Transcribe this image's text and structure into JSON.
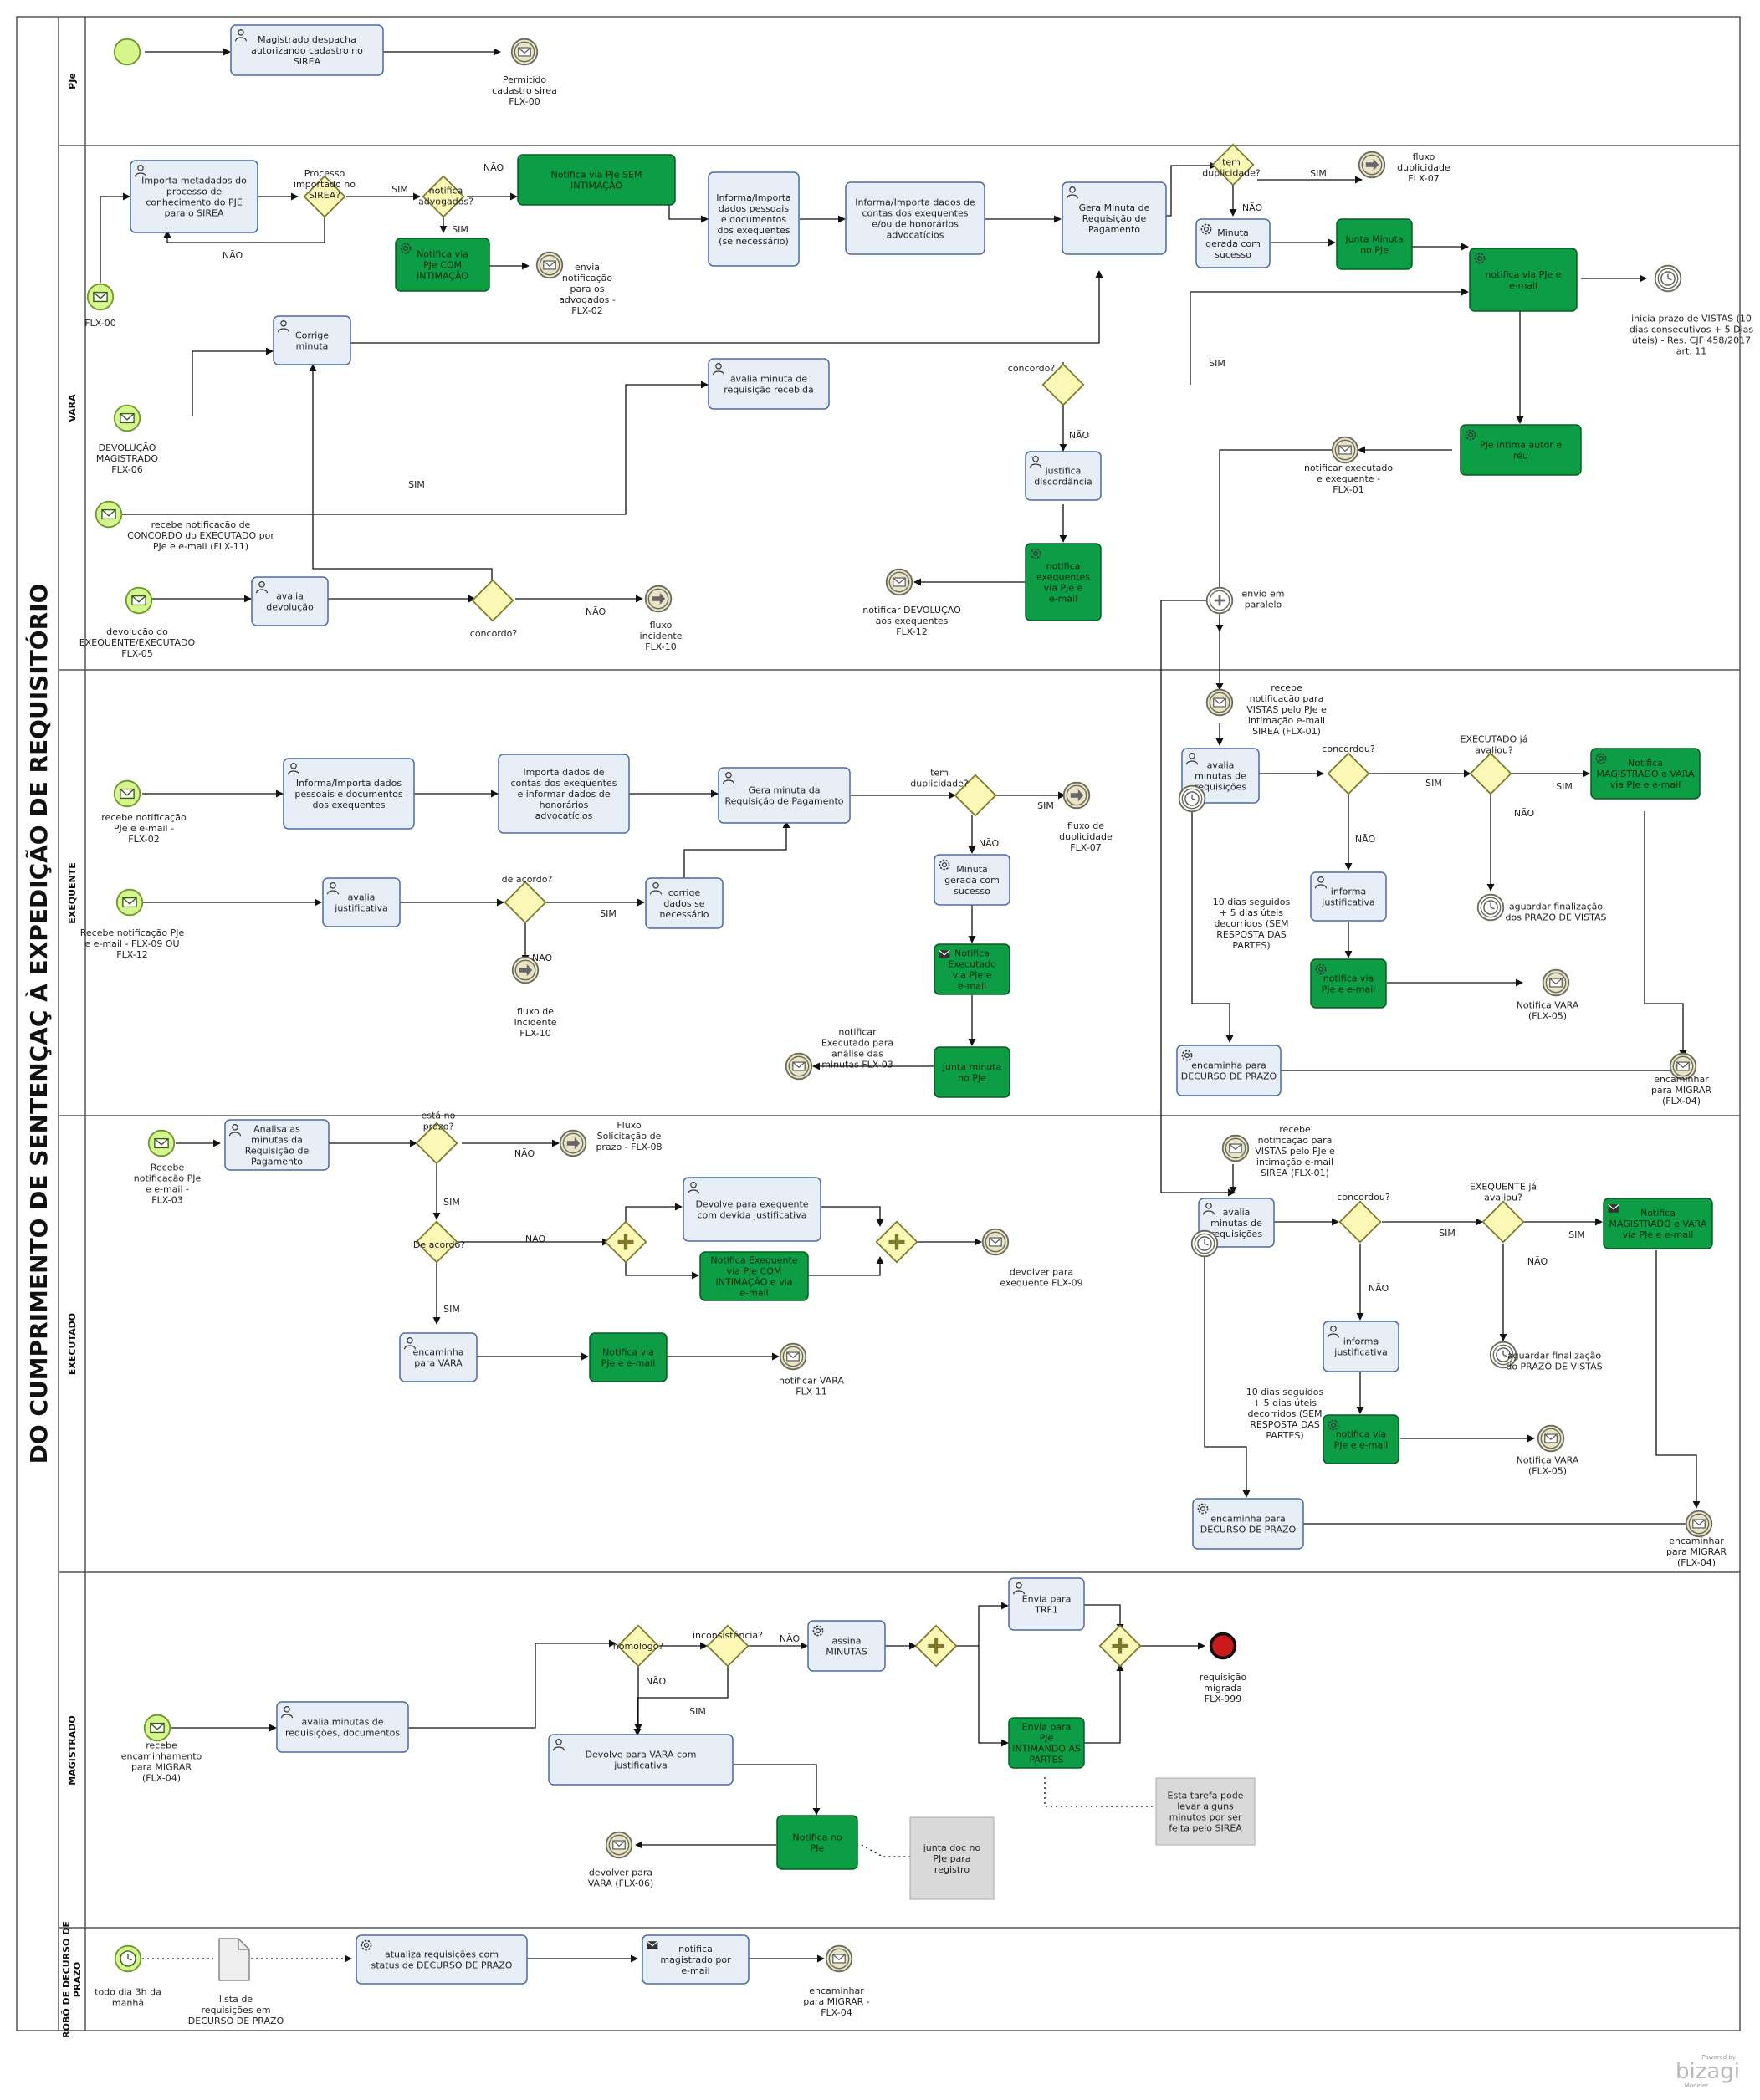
{
  "pool_title": "DO CUMPRIMENTO DE SENTENÇAÇ À EXPEDIÇÃO DE REQUISITÓRIO",
  "lanes": [
    {
      "id": "pje",
      "name": "PJe"
    },
    {
      "id": "vara",
      "name": "VARA"
    },
    {
      "id": "exequente",
      "name": "EXEQUENTE"
    },
    {
      "id": "executado",
      "name": "EXECUTADO"
    },
    {
      "id": "magistrado",
      "name": "MAGISTRADO"
    },
    {
      "id": "robo",
      "name": "ROBÔ DE DECURSO DE PRAZO"
    }
  ],
  "tasks": [
    {
      "id": "t1",
      "text": "Magistrado despacha autorizando cadastro no SIREA",
      "style": "light"
    },
    {
      "id": "t2",
      "text": "Importa metadados do processo de conhecimento do PJE para o SIREA",
      "style": "light"
    },
    {
      "id": "t3",
      "text": "Notifica via PJe SEM INTIMAÇÃO",
      "style": "green"
    },
    {
      "id": "t4",
      "text": "Notifica via PJe COM INTIMAÇÃO",
      "style": "green"
    },
    {
      "id": "t5",
      "text": "Informa/Importa dados pessoais e documentos dos exequentes (se necessário)",
      "style": "light"
    },
    {
      "id": "t6",
      "text": "Informa/Importa dados de contas dos exequentes e/ou de honorários advocatícios",
      "style": "light"
    },
    {
      "id": "t7",
      "text": "Gera Minuta de Requisição de Pagamento",
      "style": "light"
    },
    {
      "id": "t8",
      "text": "Minuta gerada com sucesso",
      "style": "light"
    },
    {
      "id": "t9",
      "text": "Junta Minuta no PJe",
      "style": "green"
    },
    {
      "id": "t10",
      "text": "notifica via PJe e e-mail",
      "style": "green"
    },
    {
      "id": "t11",
      "text": "Corrige minuta",
      "style": "light"
    },
    {
      "id": "t12",
      "text": "avalia minuta de requisição recebida",
      "style": "light"
    },
    {
      "id": "t13",
      "text": "PJe intima autor e réu",
      "style": "green"
    },
    {
      "id": "t14",
      "text": "justifica discordância",
      "style": "light"
    },
    {
      "id": "t15",
      "text": "notifica exequentes via PJe e e-mail",
      "style": "green"
    },
    {
      "id": "t16",
      "text": "avalia devolução",
      "style": "light"
    },
    {
      "id": "t17",
      "text": "Informa/Importa dados pessoais e documentos dos exequentes",
      "style": "light"
    },
    {
      "id": "t18",
      "text": "Importa dados de contas dos exequentes e informar dados de honorários advocatícios",
      "style": "light"
    },
    {
      "id": "t19",
      "text": "Gera minuta da Requisição de Pagamento",
      "style": "light"
    },
    {
      "id": "t20",
      "text": "avalia justificativa",
      "style": "light"
    },
    {
      "id": "t21",
      "text": "corrige dados se necessário",
      "style": "light"
    },
    {
      "id": "t22",
      "text": "Minuta gerada com sucesso",
      "style": "light"
    },
    {
      "id": "t23",
      "text": "Notifica Executado via PJe e e-mail",
      "style": "green"
    },
    {
      "id": "t24",
      "text": "Junta minuta no PJe",
      "style": "green"
    },
    {
      "id": "t25",
      "text": "avalia minutas de requisições",
      "style": "light"
    },
    {
      "id": "t26",
      "text": "Notifica MAGISTRADO e VARA via PJe e e-mail",
      "style": "green"
    },
    {
      "id": "t27",
      "text": "informa justificativa",
      "style": "light"
    },
    {
      "id": "t28",
      "text": "notifica via PJe e e-mail",
      "style": "green"
    },
    {
      "id": "t29",
      "text": "encaminha para DECURSO DE PRAZO",
      "style": "light"
    },
    {
      "id": "t30",
      "text": "Analisa as minutas da Requisição de Pagamento",
      "style": "light"
    },
    {
      "id": "t31",
      "text": "Devolve para exequente com devida justificativa",
      "style": "light"
    },
    {
      "id": "t32",
      "text": "Notifica Exequente via PJe COM INTIMAÇÃO e via e-mail",
      "style": "green"
    },
    {
      "id": "t33",
      "text": "encaminha para VARA",
      "style": "light"
    },
    {
      "id": "t34",
      "text": "Notifica via PJe e e-mail",
      "style": "green"
    },
    {
      "id": "t35",
      "text": "avalia minutas de requisições",
      "style": "light"
    },
    {
      "id": "t36",
      "text": "Notifica MAGISTRADO e VARA via PJe e e-mail",
      "style": "green"
    },
    {
      "id": "t37",
      "text": "informa justificativa",
      "style": "light"
    },
    {
      "id": "t38",
      "text": "notifica via PJe e e-mail",
      "style": "green"
    },
    {
      "id": "t39",
      "text": "encaminha para DECURSO DE PRAZO",
      "style": "light"
    },
    {
      "id": "t40",
      "text": "avalia minutas de requisições, documentos",
      "style": "light"
    },
    {
      "id": "t41",
      "text": "assina MINUTAS",
      "style": "light"
    },
    {
      "id": "t42",
      "text": "Envia para TRF1",
      "style": "light"
    },
    {
      "id": "t43",
      "text": "Envia para PJe INTIMANDO AS PARTES",
      "style": "green"
    },
    {
      "id": "t44",
      "text": "Devolve para VARA com justificativa",
      "style": "light"
    },
    {
      "id": "t45",
      "text": "Notifica no PJe",
      "style": "green"
    },
    {
      "id": "t46",
      "text": "atualiza requisições com status de DECURSO DE PRAZO",
      "style": "light"
    },
    {
      "id": "t47",
      "text": "notifica magistrado por e-mail",
      "style": "light"
    }
  ],
  "labels": [
    {
      "id": "l1",
      "text": "Permitido cadastro sirea FLX-00"
    },
    {
      "id": "l2",
      "text": "FLX-00"
    },
    {
      "id": "l3",
      "text": "Processo importado no SIREA?"
    },
    {
      "id": "l4",
      "text": "SIM"
    },
    {
      "id": "l5",
      "text": "NÃO"
    },
    {
      "id": "l6",
      "text": "notifica advogados?"
    },
    {
      "id": "l7",
      "text": "NÃO"
    },
    {
      "id": "l8",
      "text": "SIM"
    },
    {
      "id": "l9",
      "text": "envia notificação para os advogados - FLX-02"
    },
    {
      "id": "l10",
      "text": "tem duplicidade?"
    },
    {
      "id": "l11",
      "text": "SIM"
    },
    {
      "id": "l12",
      "text": "NÃO"
    },
    {
      "id": "l13",
      "text": "fluxo duplicidade FLX-07"
    },
    {
      "id": "l14",
      "text": "inicia prazo de VISTAS (10 dias consecutivos + 5 Dias úteis) - Res. CJF 458/2017 art. 11"
    },
    {
      "id": "l15",
      "text": "DEVOLUÇÃO MAGISTRADO FLX-06"
    },
    {
      "id": "l16",
      "text": "concordo?"
    },
    {
      "id": "l17",
      "text": "SIM"
    },
    {
      "id": "l18",
      "text": "NÃO"
    },
    {
      "id": "l19",
      "text": "notificar executado e exequente - FLX-01"
    },
    {
      "id": "l20",
      "text": "SIM"
    },
    {
      "id": "l21",
      "text": "recebe notificação de CONCORDO do EXECUTADO por PJe e e-mail (FLX-11)"
    },
    {
      "id": "l22",
      "text": "notificar DEVOLUÇÃO aos exequentes FLX-12"
    },
    {
      "id": "l23",
      "text": "envio em paralelo"
    },
    {
      "id": "l24",
      "text": "devolução do EXEQUENTE/EXECUTADO FLX-05"
    },
    {
      "id": "l25",
      "text": "concordo?"
    },
    {
      "id": "l26",
      "text": "NÃO"
    },
    {
      "id": "l27",
      "text": "fluxo incidente FLX-10"
    },
    {
      "id": "l28",
      "text": "recebe notificação PJe e e-mail - FLX-02"
    },
    {
      "id": "l29",
      "text": "tem duplicidade?"
    },
    {
      "id": "l30",
      "text": "SIM"
    },
    {
      "id": "l31",
      "text": "fluxo de duplicidade FLX-07"
    },
    {
      "id": "l32",
      "text": "NÃO"
    },
    {
      "id": "l33",
      "text": "Recebe notificação PJe e e-mail - FLX-09 OU FLX-12"
    },
    {
      "id": "l34",
      "text": "de acordo?"
    },
    {
      "id": "l35",
      "text": "SIM"
    },
    {
      "id": "l36",
      "text": "NÃO"
    },
    {
      "id": "l37",
      "text": "fluxo de Incidente FLX-10"
    },
    {
      "id": "l38",
      "text": "notificar Executado para análise das minutas FLX-03"
    },
    {
      "id": "l39",
      "text": "recebe notificação para VISTAS pelo PJe e intimação e-mail SIREA (FLX-01)"
    },
    {
      "id": "l40",
      "text": "concordou?"
    },
    {
      "id": "l41",
      "text": "EXECUTADO já avaliou?"
    },
    {
      "id": "l42",
      "text": "SIM"
    },
    {
      "id": "l43",
      "text": "SIM"
    },
    {
      "id": "l44",
      "text": "NÃO"
    },
    {
      "id": "l45",
      "text": "NÃO"
    },
    {
      "id": "l46",
      "text": "aguardar finalização dos PRAZO DE VISTAS"
    },
    {
      "id": "l47",
      "text": "10 dias seguidos + 5 dias úteis decorridos (SEM RESPOSTA DAS PARTES)"
    },
    {
      "id": "l48",
      "text": "Notifica VARA (FLX-05)"
    },
    {
      "id": "l49",
      "text": "encaminhar para MIGRAR (FLX-04)"
    },
    {
      "id": "l50",
      "text": "Recebe notificação PJe e e-mail - FLX-03"
    },
    {
      "id": "l51",
      "text": "está no prazo?"
    },
    {
      "id": "l52",
      "text": "NÃO"
    },
    {
      "id": "l53",
      "text": "Fluxo Solicitação de prazo - FLX-08"
    },
    {
      "id": "l54",
      "text": "SIM"
    },
    {
      "id": "l55",
      "text": "De acordo?"
    },
    {
      "id": "l56",
      "text": "NÃO"
    },
    {
      "id": "l57",
      "text": "devolver para exequente FLX-09"
    },
    {
      "id": "l58",
      "text": "SIM"
    },
    {
      "id": "l59",
      "text": "notificar VARA FLX-11"
    },
    {
      "id": "l60",
      "text": "recebe notificação para VISTAS pelo PJe e intimação e-mail SIREA (FLX-01)"
    },
    {
      "id": "l61",
      "text": "concordou?"
    },
    {
      "id": "l62",
      "text": "EXEQUENTE já avaliou?"
    },
    {
      "id": "l63",
      "text": "SIM"
    },
    {
      "id": "l64",
      "text": "SIM"
    },
    {
      "id": "l65",
      "text": "NÃO"
    },
    {
      "id": "l66",
      "text": "NÃO"
    },
    {
      "id": "l67",
      "text": "aguardar finalização do PRAZO DE VISTAS"
    },
    {
      "id": "l68",
      "text": "10 dias seguidos + 5 dias úteis decorridos (SEM RESPOSTA DAS PARTES)"
    },
    {
      "id": "l69",
      "text": "Notifica VARA (FLX-05)"
    },
    {
      "id": "l70",
      "text": "encaminhar para MIGRAR (FLX-04)"
    },
    {
      "id": "l71",
      "text": "recebe encaminhamento para MIGRAR (FLX-04)"
    },
    {
      "id": "l72",
      "text": "homologo?"
    },
    {
      "id": "l73",
      "text": "inconsistência?"
    },
    {
      "id": "l74",
      "text": "NÃO"
    },
    {
      "id": "l75",
      "text": "NÃO"
    },
    {
      "id": "l76",
      "text": "SIM"
    },
    {
      "id": "l77",
      "text": "requisição migrada FLX-999"
    },
    {
      "id": "l78",
      "text": "Esta tarefa pode levar alguns minutos por ser feita pelo SIREA"
    },
    {
      "id": "l79",
      "text": "junta doc no PJe para registro"
    },
    {
      "id": "l80",
      "text": "devolver para VARA (FLX-06)"
    },
    {
      "id": "l81",
      "text": "todo dia 3h da manhã"
    },
    {
      "id": "l82",
      "text": "lista de requisições em DECURSO DE PRAZO"
    },
    {
      "id": "l83",
      "text": "encaminhar para MIGRAR - FLX-04"
    }
  ],
  "branding": {
    "powered": "Powered by",
    "name": "bizagi",
    "sub": "Modeler"
  },
  "colors": {
    "task_fill": "#e8eef8",
    "task_stroke": "#4a6aa5",
    "green_fill": "#0c9d45",
    "green_stroke": "#0a5a25",
    "start_fill": "#d6f58c",
    "gateway_fill": "#fbf8b6",
    "end_fill": "#cc1a1a",
    "annotation_fill": "#d9d9d9"
  }
}
